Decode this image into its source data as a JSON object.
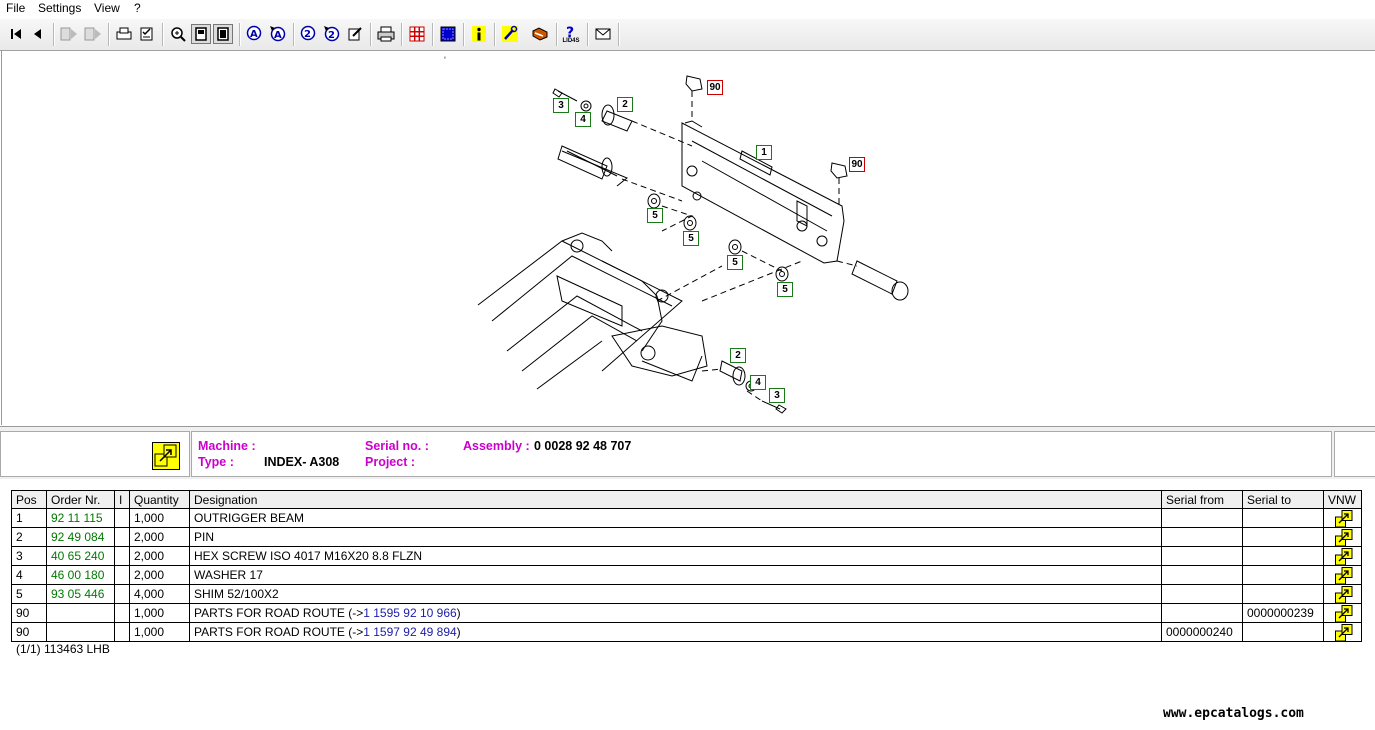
{
  "menu": [
    "File",
    "Settings",
    "View",
    "?"
  ],
  "toolbar": {
    "buttons": [
      "first-page-icon",
      "previous-page-icon",
      "back-icon",
      "forward-icon",
      "print-preview-icon",
      "checklist-icon",
      "zoom-icon",
      "page-icon",
      "page-fit-icon",
      "find-a-icon",
      "find-a-next-icon",
      "find-2-icon",
      "find-2-next-icon",
      "edit-icon",
      "printer-icon",
      "grid-icon",
      "blue-square-icon",
      "info-icon",
      "tools-icon",
      "handshake-icon",
      "ld-help-icon",
      "mail-icon"
    ],
    "help_caption": "LID4S"
  },
  "drawing": {
    "callouts": [
      "1",
      "2",
      "3",
      "4",
      "5",
      "90"
    ],
    "stray_mark": "‘"
  },
  "info": {
    "machine_label": "Machine :",
    "type_label": "Type :",
    "type_value": "INDEX- A308",
    "serial_label": "Serial no. :",
    "project_label": "Project :",
    "assembly_label": "Assembly :",
    "assembly_value": "0 0028 92 48 707"
  },
  "parts_table": {
    "headers": [
      "Pos",
      "Order Nr.",
      "I",
      "Quantity",
      "Designation",
      "Serial from",
      "Serial to",
      "VNW"
    ],
    "rows": [
      {
        "pos": "1",
        "order": "92 11 115",
        "i": "",
        "qty": "1,000",
        "designation": "OUTRIGGER BEAM",
        "des_link": "",
        "des_end": "",
        "serial_from": "",
        "serial_to": ""
      },
      {
        "pos": "2",
        "order": "92 49 084",
        "i": "",
        "qty": "2,000",
        "designation": "PIN",
        "des_link": "",
        "des_end": "",
        "serial_from": "",
        "serial_to": ""
      },
      {
        "pos": "3",
        "order": "40 65 240",
        "i": "",
        "qty": "2,000",
        "designation": "HEX SCREW ISO 4017 M16X20 8.8 FLZN",
        "des_link": "",
        "des_end": "",
        "serial_from": "",
        "serial_to": ""
      },
      {
        "pos": "4",
        "order": "46 00 180",
        "i": "",
        "qty": "2,000",
        "designation": "WASHER 17",
        "des_link": "",
        "des_end": "",
        "serial_from": "",
        "serial_to": ""
      },
      {
        "pos": "5",
        "order": "93 05 446",
        "i": "",
        "qty": "4,000",
        "designation": "SHIM 52/100X2",
        "des_link": "",
        "des_end": "",
        "serial_from": "",
        "serial_to": ""
      },
      {
        "pos": "90",
        "order": "",
        "i": "",
        "qty": "1,000",
        "designation": "PARTS FOR ROAD ROUTE (->",
        "des_link": "1 1595 92 10 966",
        "des_end": ")",
        "serial_from": "",
        "serial_to": "0000000239"
      },
      {
        "pos": "90",
        "order": "",
        "i": "",
        "qty": "1,000",
        "designation": "PARTS FOR ROAD ROUTE (->",
        "des_link": "1 1597 92 49 894",
        "des_end": ")",
        "serial_from": "0000000240",
        "serial_to": ""
      }
    ]
  },
  "status_text": "(1/1) 113463 LHB",
  "watermark": "www.epcatalogs.com",
  "colors": {
    "label_magenta": "#cc00cc",
    "order_green": "#007a00",
    "link_blue": "#1c1ca8",
    "callout_green": "#1a7a1a",
    "callout_red": "#cc0000",
    "icon_yellow": "#ffff00"
  }
}
